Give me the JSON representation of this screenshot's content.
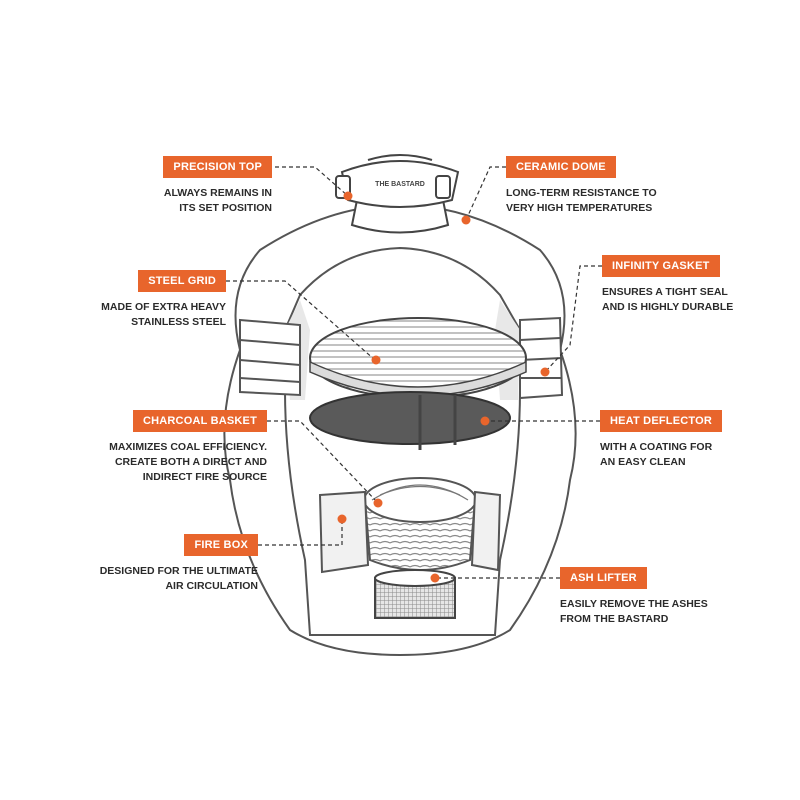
{
  "accent_color": "#e8652c",
  "callouts": [
    {
      "key": "precision_top",
      "label": "PRECISION TOP",
      "lines": [
        "ALWAYS REMAINS IN",
        "ITS SET POSITION"
      ]
    },
    {
      "key": "ceramic_dome",
      "label": "CERAMIC DOME",
      "lines": [
        "LONG-TERM RESISTANCE TO",
        "VERY HIGH TEMPERATURES"
      ]
    },
    {
      "key": "steel_grid",
      "label": "STEEL GRID",
      "lines": [
        "MADE OF EXTRA HEAVY",
        "STAINLESS STEEL"
      ]
    },
    {
      "key": "infinity_gasket",
      "label": "INFINITY GASKET",
      "lines": [
        "ENSURES A TIGHT SEAL",
        "AND IS HIGHLY DURABLE"
      ]
    },
    {
      "key": "charcoal_basket",
      "label": "CHARCOAL BASKET",
      "lines": [
        "MAXIMIZES COAL EFFICIENCY.",
        "CREATE BOTH A DIRECT AND",
        "INDIRECT FIRE SOURCE"
      ]
    },
    {
      "key": "heat_deflector",
      "label": "HEAT DEFLECTOR",
      "lines": [
        "WITH A COATING FOR",
        "AN EASY CLEAN"
      ]
    },
    {
      "key": "fire_box",
      "label": "FIRE BOX",
      "lines": [
        "DESIGNED FOR THE ULTIMATE",
        "AIR CIRCULATION"
      ]
    },
    {
      "key": "ash_lifter",
      "label": "ASH LIFTER",
      "lines": [
        "EASILY REMOVE THE ASHES",
        "FROM THE BASTARD"
      ]
    }
  ],
  "lid_text": "THE BASTARD"
}
